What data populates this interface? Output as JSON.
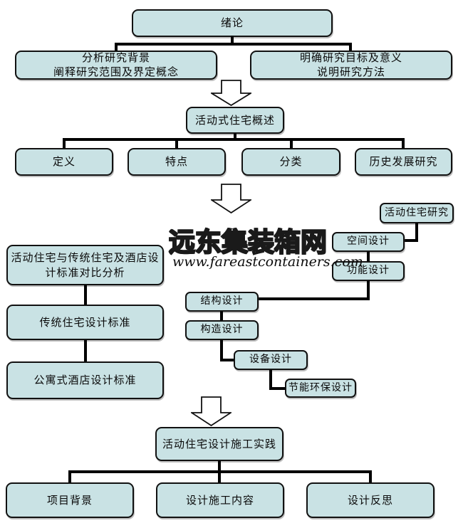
{
  "colors": {
    "node_fill": "#c9e2e4",
    "node_border": "#111111",
    "connector": "#000000",
    "background": "#ffffff",
    "watermark_fill": "#ffffff",
    "watermark_outline": "#1a1a1a"
  },
  "watermark": {
    "brand": "远东集装箱网",
    "url": "www.fareastcontainers.com"
  },
  "nodes": {
    "intro": "绪论",
    "background": "分析研究背景\n阐释研究范围及界定概念",
    "objective": "明确研究目标及意义\n说明研究方法",
    "overview": "活动式住宅概述",
    "definition": "定义",
    "features": "特点",
    "classification": "分类",
    "history": "历史发展研究",
    "research": "活动住宅研究",
    "space_design": "空间设计",
    "function_design": "功能设计",
    "comparison": "活动住宅与传统住宅及酒店设\n计标准对比分析",
    "traditional_standard": "传统住宅设计标准",
    "hotel_standard": "公寓式酒店设计标准",
    "structure_design": "结构设计",
    "construction_design": "构造设计",
    "equipment_design": "设备设计",
    "energy_design": "节能环保设计",
    "practice": "活动住宅设计施工实践",
    "project_background": "项目背景",
    "construction_content": "设计施工内容",
    "design_reflection": "设计反思"
  }
}
